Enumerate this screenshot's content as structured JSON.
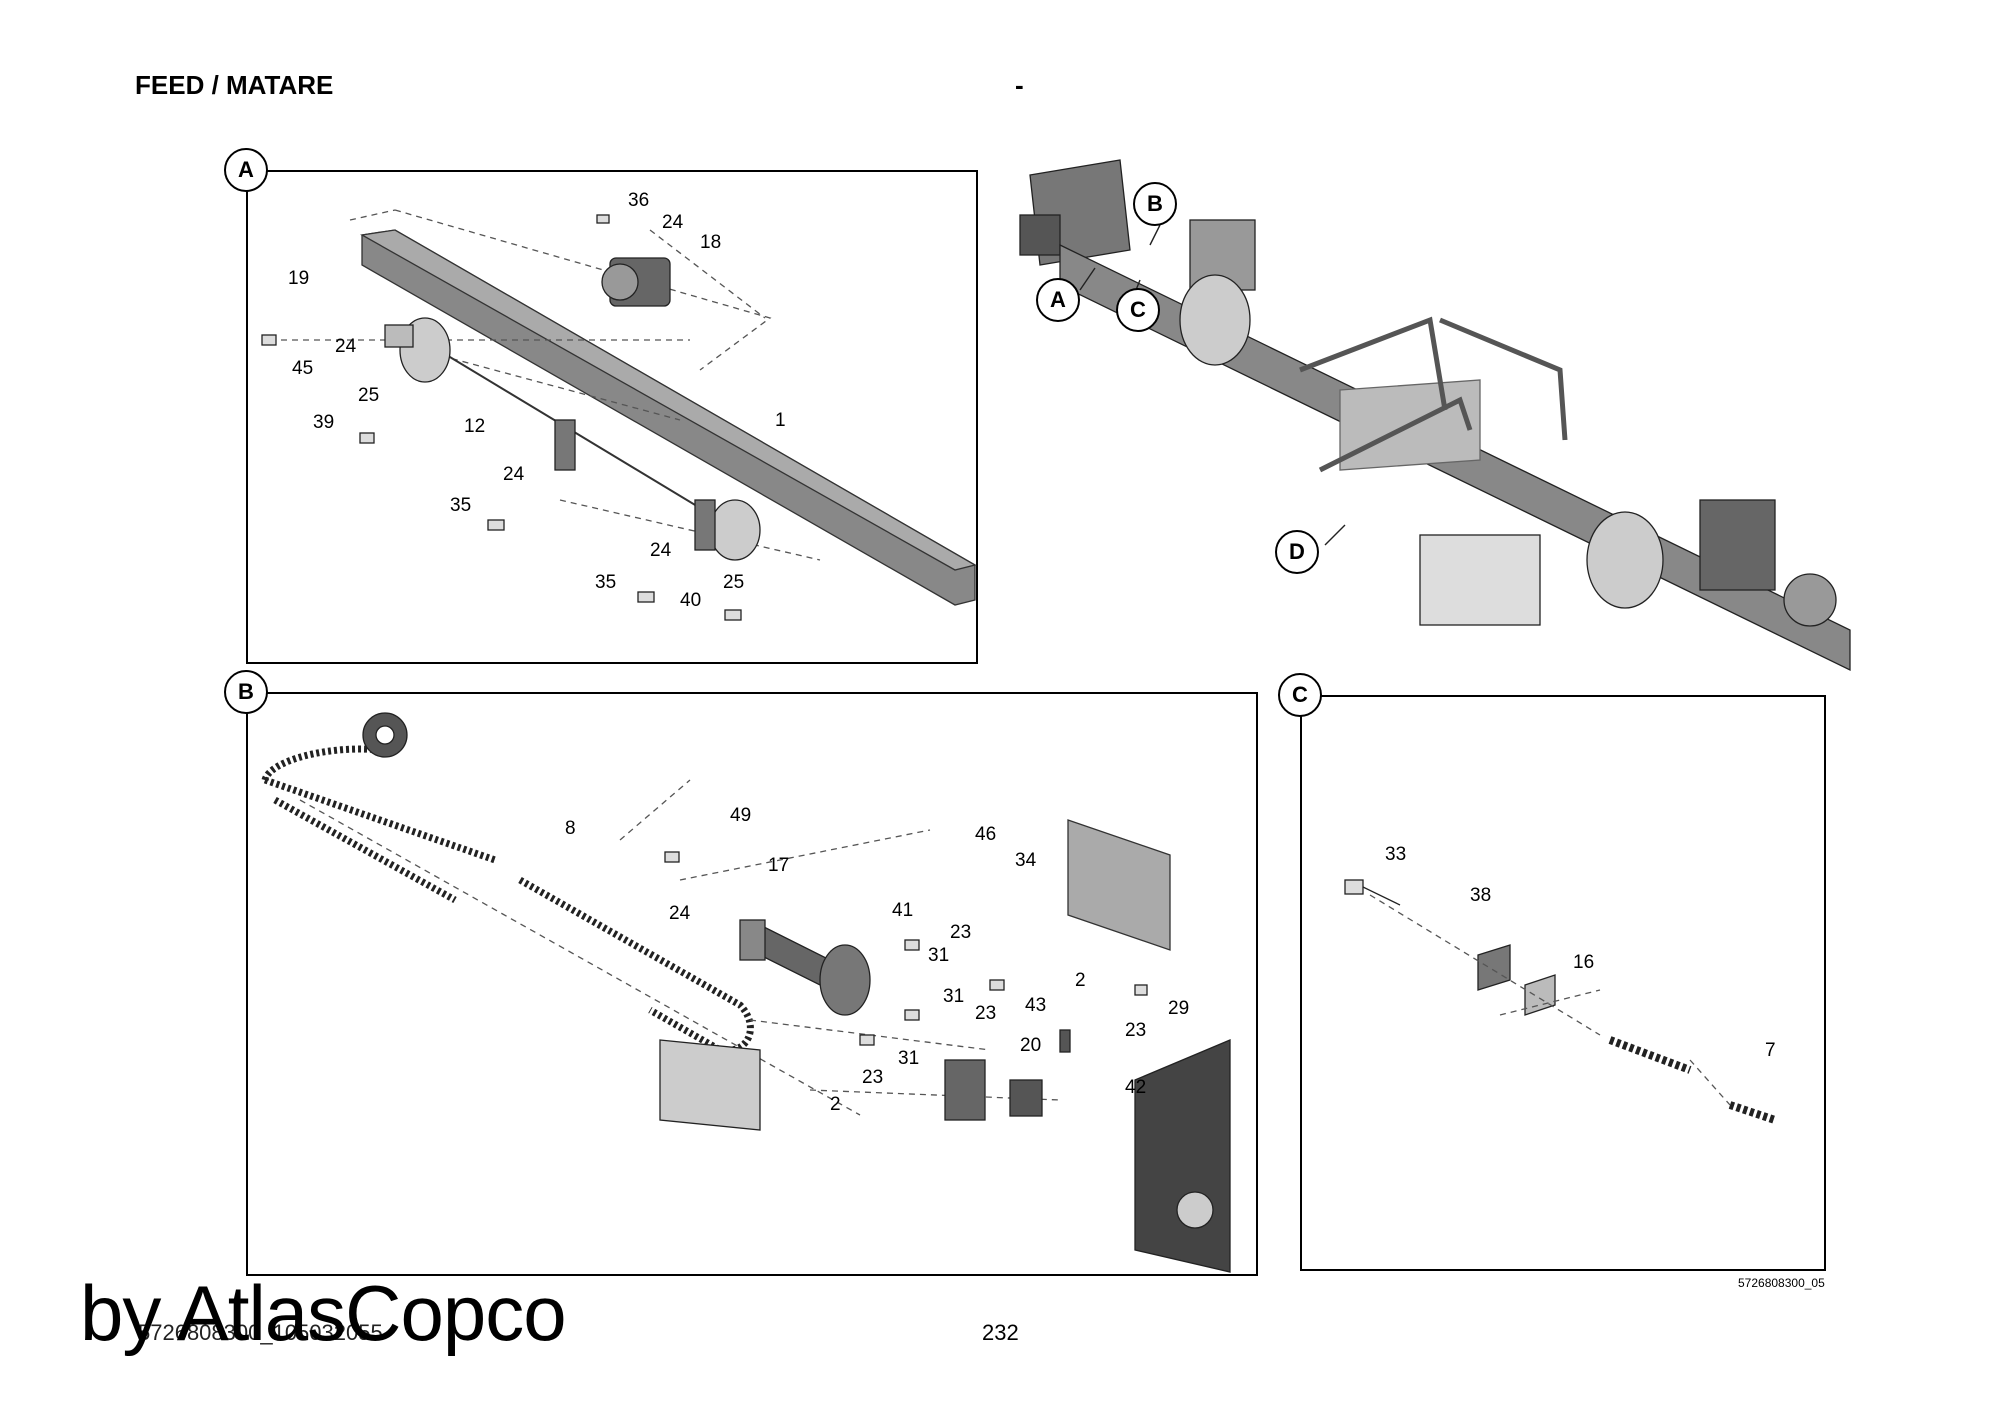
{
  "header": {
    "title": "FEED / MATARE",
    "center_mark": "-"
  },
  "panels": {
    "A": {
      "tag": "A",
      "callouts": [
        "36",
        "24",
        "18",
        "19",
        "24",
        "45",
        "25",
        "39",
        "12",
        "1",
        "24",
        "35",
        "24",
        "35",
        "40",
        "25"
      ]
    },
    "B": {
      "tag": "B",
      "callouts": [
        "8",
        "49",
        "17",
        "24",
        "46",
        "34",
        "41",
        "23",
        "31",
        "2",
        "31",
        "23",
        "43",
        "29",
        "23",
        "31",
        "23",
        "20",
        "2",
        "42"
      ]
    },
    "C": {
      "tag": "C",
      "callouts": [
        "33",
        "38",
        "16",
        "7"
      ]
    },
    "overview": {
      "tags": [
        "B",
        "A",
        "C",
        "D"
      ]
    }
  },
  "image_code": "5726808300_05",
  "footer": {
    "doc_number": "5726808300_105032055",
    "page_number": "232"
  },
  "watermark": "by AtlasCopco"
}
